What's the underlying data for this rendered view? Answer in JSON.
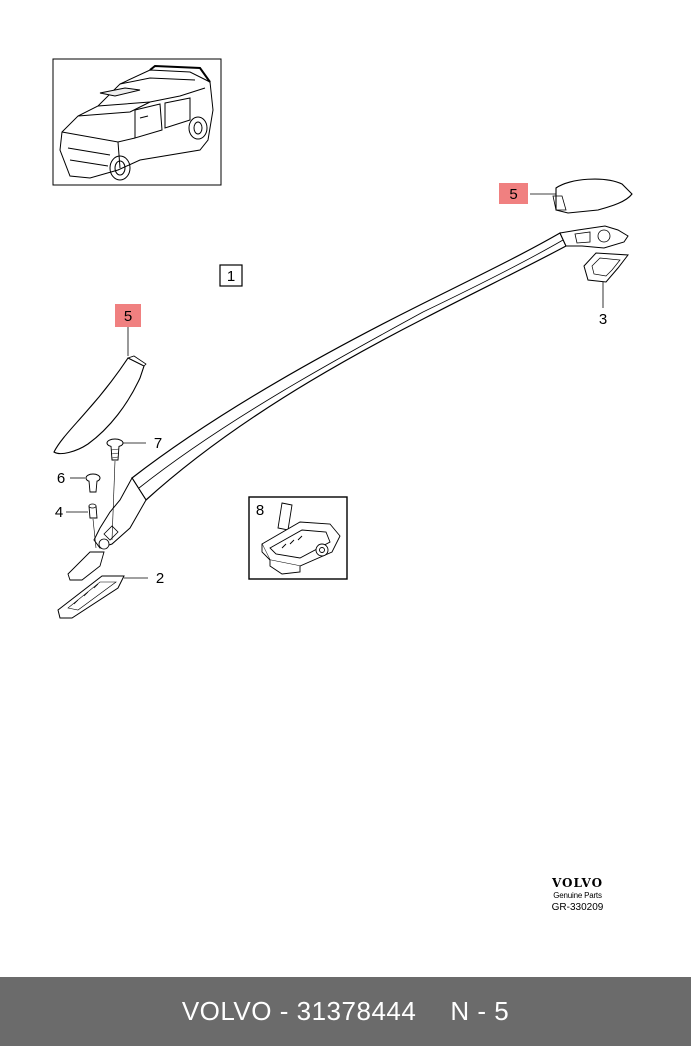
{
  "diagram": {
    "assembly_label": "1",
    "callouts": {
      "part2": "2",
      "part3": "3",
      "part4": "4",
      "part5_front": "5",
      "part5_rear": "5",
      "part6": "6",
      "part7": "7",
      "part8": "8"
    },
    "highlight_color": "#f08080",
    "brand": {
      "logo": "VOLVO",
      "subtitle": "Genuine Parts",
      "code": "GR-330209"
    }
  },
  "footer": {
    "brand": "VOLVO",
    "separator": "-",
    "part_number": "31378444",
    "position": "N - 5",
    "background": "#6b6b6b"
  }
}
